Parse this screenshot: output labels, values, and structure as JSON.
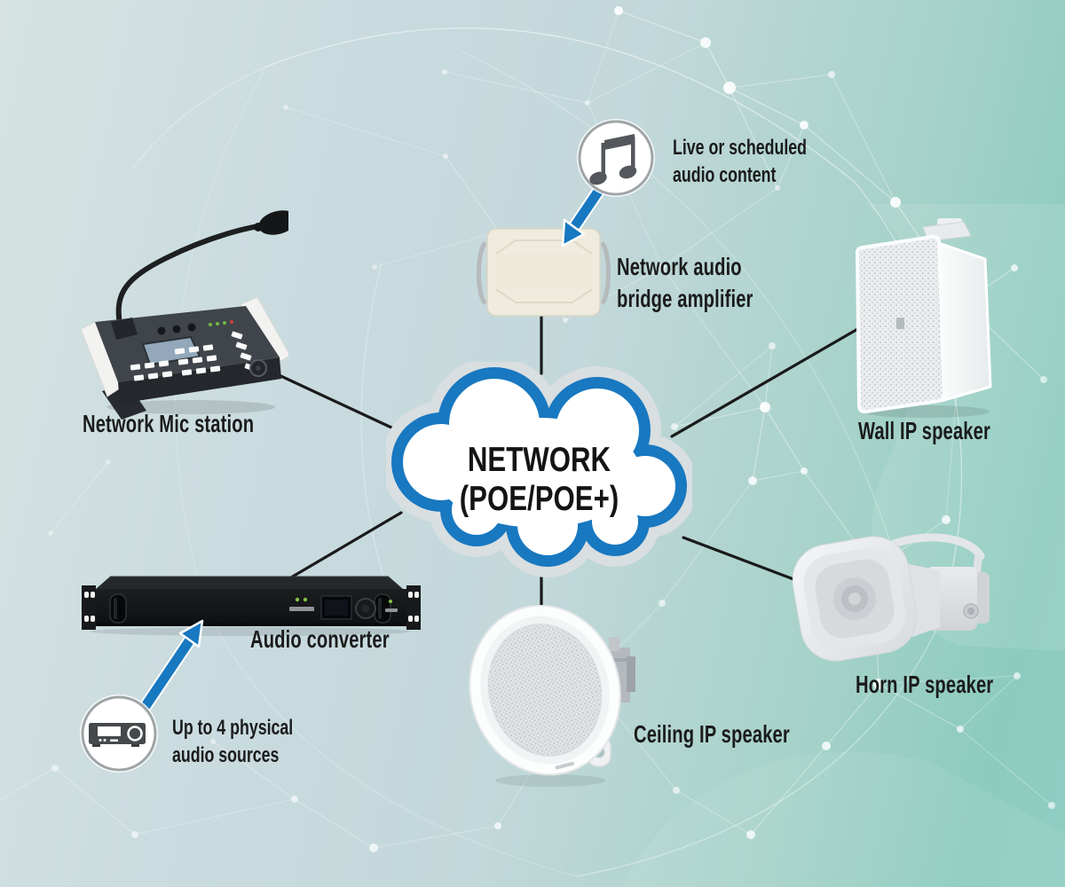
{
  "diagram": {
    "cloud": {
      "lines": [
        "NETWORK",
        "(POE/POE+)"
      ]
    },
    "labels": {
      "mic": "Network Mic station",
      "bridge": [
        "Network audio",
        "bridge amplifier"
      ],
      "wall": "Wall IP speaker",
      "horn": "Horn IP speaker",
      "ceiling": "Ceiling IP speaker",
      "converter": "Audio converter"
    },
    "callouts": {
      "audio_content": {
        "icon": "music-note-icon",
        "lines": [
          "Live or scheduled",
          "audio content"
        ]
      },
      "audio_sources": {
        "icon": "audio-source-icon",
        "lines": [
          "Up to 4 physical",
          "audio sources"
        ]
      }
    },
    "colors": {
      "cloud_border": "#1878c0",
      "cloud_fill": "#ffffff",
      "cloud_halo": "#d9dee1",
      "arrow_blue": "#1878c0",
      "connection_line": "#1a1a1a",
      "label_text": "#1b1b1b",
      "background_left": "#d5e2e1",
      "background_right": "#8ccbbe"
    }
  }
}
